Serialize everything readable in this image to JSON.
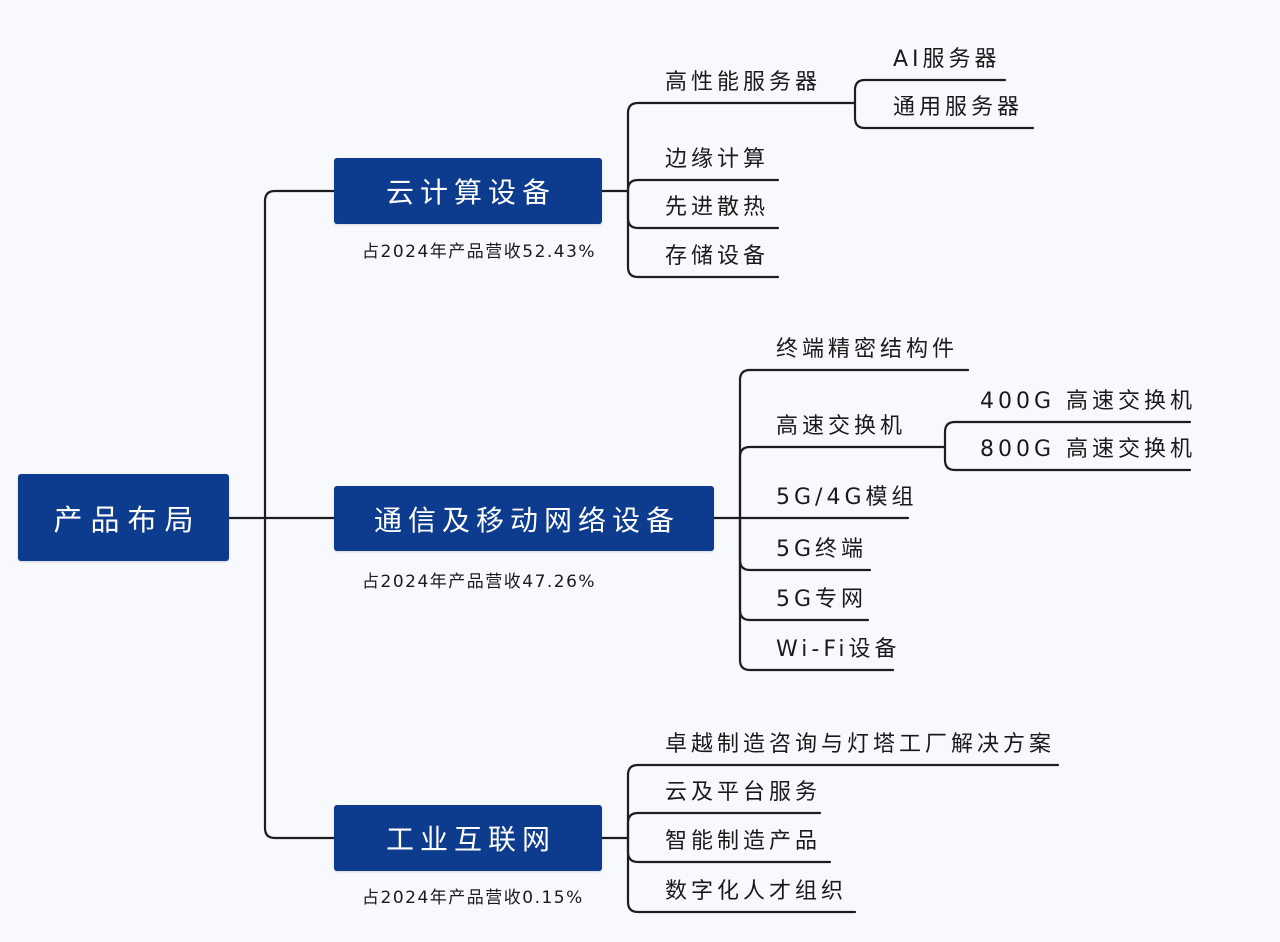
{
  "root": {
    "label": "产品布局"
  },
  "branches": [
    {
      "label": "云计算设备",
      "share": "占2024年产品营收52.43%",
      "children": [
        {
          "label": "高性能服务器",
          "children": [
            {
              "label": "AI服务器"
            },
            {
              "label": "通用服务器"
            }
          ]
        },
        {
          "label": "边缘计算"
        },
        {
          "label": "先进散热"
        },
        {
          "label": "存储设备"
        }
      ]
    },
    {
      "label": "通信及移动网络设备",
      "share": "占2024年产品营收47.26%",
      "children": [
        {
          "label": "终端精密结构件"
        },
        {
          "label": "高速交换机",
          "children": [
            {
              "label": "400G 高速交换机"
            },
            {
              "label": "800G 高速交换机"
            }
          ]
        },
        {
          "label": "5G/4G模组"
        },
        {
          "label": "5G终端"
        },
        {
          "label": "5G专网"
        },
        {
          "label": "Wi-Fi设备"
        }
      ]
    },
    {
      "label": "工业互联网",
      "share": "占2024年产品营收0.15%",
      "children": [
        {
          "label": "卓越制造咨询与灯塔工厂解决方案"
        },
        {
          "label": "云及平台服务"
        },
        {
          "label": "智能制造产品"
        },
        {
          "label": "数字化人才组织"
        }
      ]
    }
  ],
  "colors": {
    "background": "#f7f9fd",
    "node_fill": "#0d3b8e",
    "node_text": "#ffffff",
    "line": "#1e1e1e",
    "text": "#1a1a1a"
  }
}
